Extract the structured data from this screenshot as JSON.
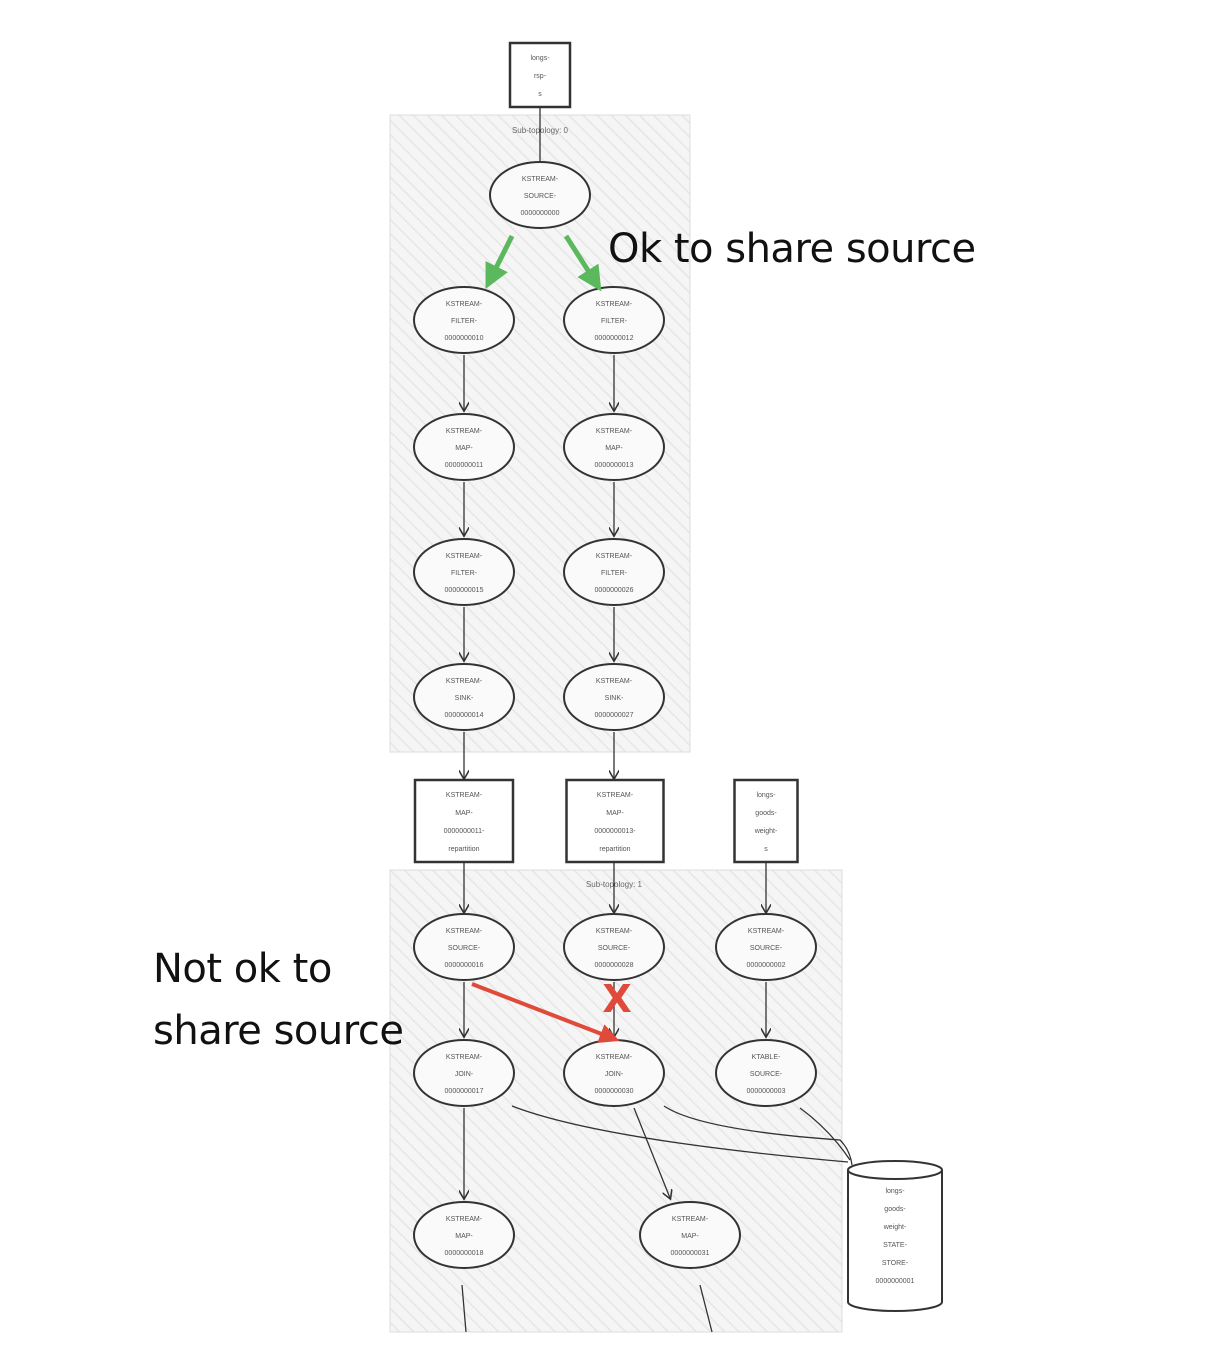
{
  "annotations": {
    "ok": "Ok to share source",
    "not_ok_line1": "Not ok to",
    "not_ok_line2": "share source",
    "x_mark": "X"
  },
  "subtopologies": {
    "s0": "Sub-topology: 0",
    "s1": "Sub-topology: 1"
  },
  "nodes": {
    "topic_in": [
      "longs-",
      "rsp-",
      "s"
    ],
    "src0": [
      "KSTREAM-",
      "SOURCE-",
      "0000000000"
    ],
    "filter10": [
      "KSTREAM-",
      "FILTER-",
      "0000000010"
    ],
    "filter12": [
      "KSTREAM-",
      "FILTER-",
      "0000000012"
    ],
    "map11": [
      "KSTREAM-",
      "MAP-",
      "0000000011"
    ],
    "map13": [
      "KSTREAM-",
      "MAP-",
      "0000000013"
    ],
    "filter15": [
      "KSTREAM-",
      "FILTER-",
      "0000000015"
    ],
    "filter26": [
      "KSTREAM-",
      "FILTER-",
      "0000000026"
    ],
    "sink14": [
      "KSTREAM-",
      "SINK-",
      "0000000014"
    ],
    "sink27": [
      "KSTREAM-",
      "SINK-",
      "0000000027"
    ],
    "rep11": [
      "KSTREAM-",
      "MAP-",
      "0000000011-",
      "repartition"
    ],
    "rep13": [
      "KSTREAM-",
      "MAP-",
      "0000000013-",
      "repartition"
    ],
    "topic_weight": [
      "longs-",
      "goods-",
      "weight-",
      "s"
    ],
    "src16": [
      "KSTREAM-",
      "SOURCE-",
      "0000000016"
    ],
    "src28": [
      "KSTREAM-",
      "SOURCE-",
      "0000000028"
    ],
    "src02": [
      "KSTREAM-",
      "SOURCE-",
      "0000000002"
    ],
    "join17": [
      "KSTREAM-",
      "JOIN-",
      "0000000017"
    ],
    "join30": [
      "KSTREAM-",
      "JOIN-",
      "0000000030"
    ],
    "ktable03": [
      "KTABLE-",
      "SOURCE-",
      "0000000003"
    ],
    "map18": [
      "KSTREAM-",
      "MAP-",
      "0000000018"
    ],
    "map31": [
      "KSTREAM-",
      "MAP-",
      "0000000031"
    ],
    "store": [
      "longs-",
      "goods-",
      "weight-",
      "STATE-",
      "STORE-",
      "0000000001"
    ]
  },
  "colors": {
    "ok_arrow": "#5cb85c",
    "bad_arrow": "#e04a3a",
    "hatch_bg": "#f4f4f4"
  }
}
